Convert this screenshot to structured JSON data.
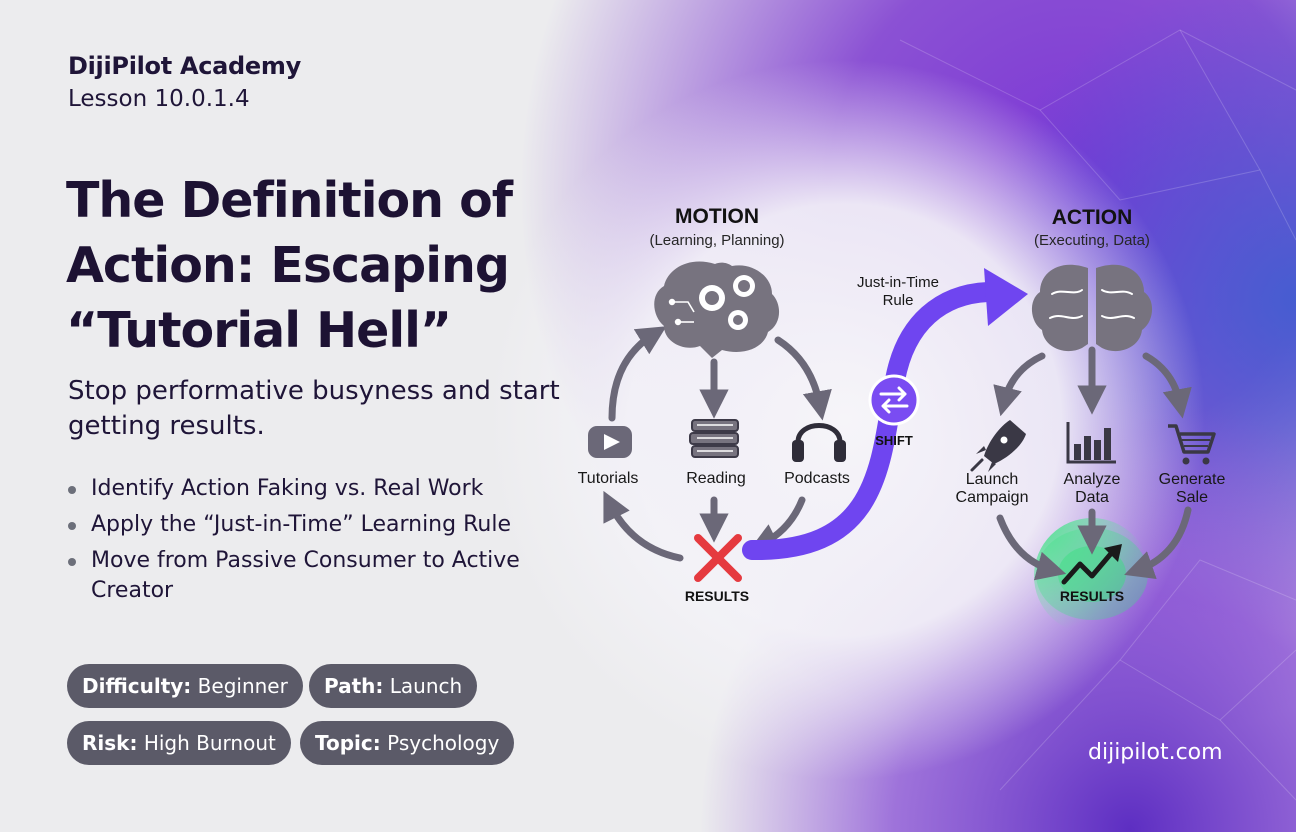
{
  "header": {
    "brand": "DijiPilot Academy",
    "lesson": "Lesson 10.0.1.4"
  },
  "title": {
    "line1": "The Definition of",
    "line2": "Action: Escaping",
    "line3": "“Tutorial Hell”"
  },
  "subtitle": "Stop performative busyness and start getting results.",
  "bullets": [
    "Identify Action Faking vs. Real Work",
    "Apply the “Just-in-Time” Learning Rule",
    "Move from Passive Consumer to Active Creator"
  ],
  "tags": [
    {
      "key": "Difficulty:",
      "value": "Beginner"
    },
    {
      "key": "Path:",
      "value": "Launch"
    },
    {
      "key": "Risk:",
      "value": "High Burnout"
    },
    {
      "key": "Topic:",
      "value": "Psychology"
    }
  ],
  "footer": {
    "website": "dijipilot.com"
  },
  "diagram": {
    "motion": {
      "title": "MOTION",
      "subtitle": "(Learning, Planning)",
      "items": [
        "Tutorials",
        "Reading",
        "Podcasts"
      ],
      "results": "RESULTS"
    },
    "action": {
      "title": "ACTION",
      "subtitle": "(Executing, Data)",
      "items": [
        {
          "line1": "Launch",
          "line2": "Campaign"
        },
        {
          "line1": "Analyze",
          "line2": "Data"
        },
        {
          "line1": "Generate",
          "line2": "Sale"
        }
      ],
      "results": "RESULTS"
    },
    "bridge": {
      "rule_line1": "Just-in-Time",
      "rule_line2": "Rule",
      "shift": "SHIFT"
    }
  },
  "colors": {
    "ink": "#1f1538",
    "pill": "#5b5a68",
    "brain": "#77737f",
    "arrow": "#6b6878",
    "shift_arrow": "#6f45f0",
    "fail": "#e53a3f",
    "success_glow": "#35e07f",
    "violet": "#7a2fd0"
  }
}
